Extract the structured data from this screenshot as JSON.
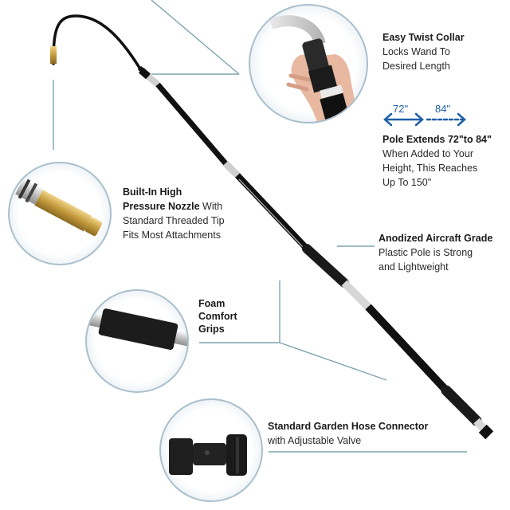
{
  "colors": {
    "connector_line": "#7fa3ad",
    "circle_border": "#a9c0cc",
    "arrow_blue": "#1f5fa8",
    "pole_black": "#111111",
    "collar_silver": "#d8d8d8",
    "nozzle_brass": "#c49a3c"
  },
  "callouts": {
    "twist_collar": {
      "title": "Easy Twist Collar",
      "line1": "Locks Wand To",
      "line2": "Desired Length"
    },
    "extends": {
      "arrow_left_label": "72\"",
      "arrow_right_label": "84\"",
      "title": "Pole Extends 72\"to 84\"",
      "line1": "When Added to Your",
      "line2": "Height, This Reaches",
      "line3": "Up To 150\""
    },
    "nozzle": {
      "title_line1": "Built-In High",
      "title_line2": "Pressure Nozzle",
      "title_line2_suffix": " With",
      "line1": "Standard Threaded Tip",
      "line2": "Fits Most Attachments"
    },
    "anodized": {
      "title": "Anodized Aircraft Grade",
      "line1": "Plastic Pole is Strong",
      "line2": "and Lightweight"
    },
    "grips": {
      "line1": "Foam",
      "line2": "Comfort",
      "line3": "Grips"
    },
    "connector": {
      "title": "Standard Garden Hose Connector",
      "line1": "with Adjustable Valve"
    }
  },
  "icons": {
    "arrow_solid": "double-headed-arrow",
    "arrow_dashed": "dashed-arrow-right"
  }
}
